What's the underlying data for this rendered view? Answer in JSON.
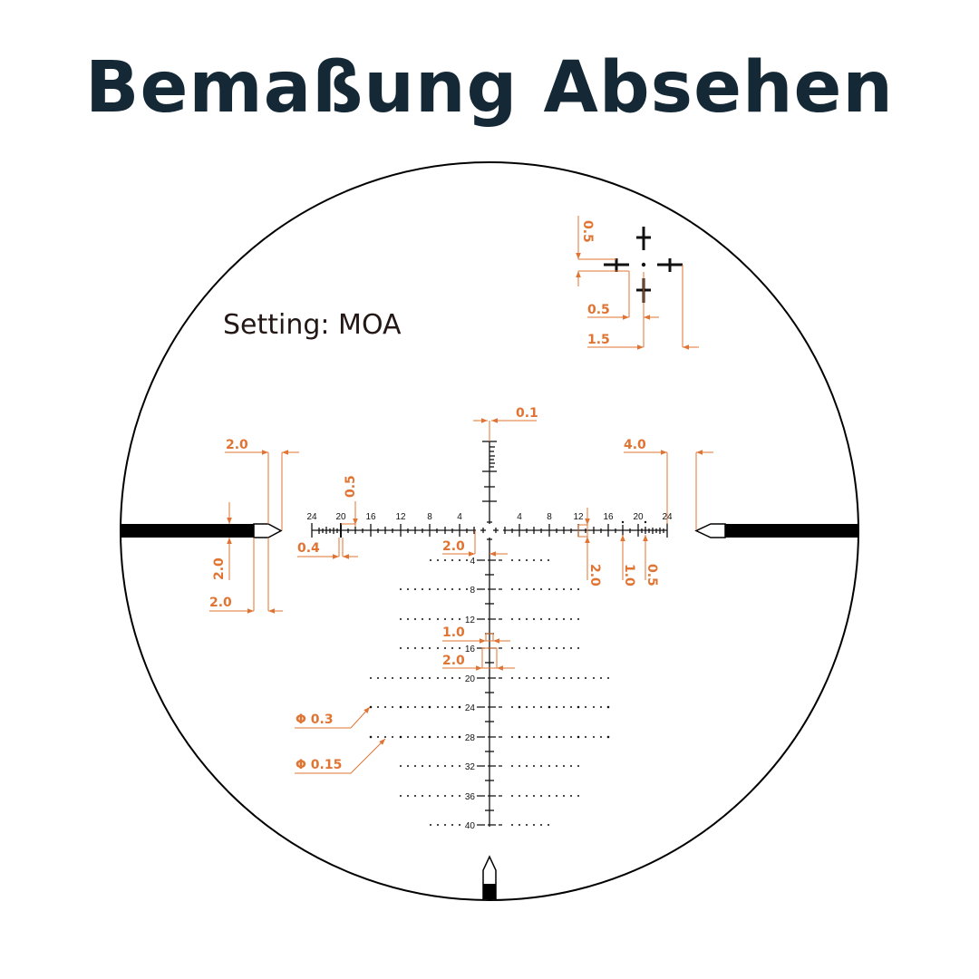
{
  "title": "Bemaßung Absehen",
  "setting_label": "Setting: MOA",
  "colors": {
    "title": "#142836",
    "dimension": "#e07433",
    "reticle": "#111111",
    "circle": "#000000"
  },
  "inset": {
    "dims": {
      "v_gap": "0.5",
      "h_gap": "0.5",
      "h_length": "1.5"
    }
  },
  "horizontal_scale": {
    "left_labels": [
      "24",
      "20",
      "16",
      "12",
      "8",
      "4"
    ],
    "right_labels": [
      "4",
      "8",
      "12",
      "16",
      "20",
      "24"
    ]
  },
  "vertical_scale": {
    "labels": [
      "4",
      "8",
      "12",
      "16",
      "20",
      "24",
      "28",
      "32",
      "36",
      "40"
    ]
  },
  "dimensions": {
    "line_width": "0.1",
    "post_left_tip_len": "2.0",
    "post_left_thickness": "2.0",
    "post_left_base": "2.0",
    "post_right_gap": "4.0",
    "tick_offset": "0.5",
    "tick_width": "0.4",
    "center_gap": "2.0",
    "box_height_right": "2.0",
    "tick_1": "1.0",
    "tick_05": "0.5",
    "v_box_small": "1.0",
    "v_box_large": "2.0",
    "dot_large": "Φ 0.3",
    "dot_small": "Φ 0.15"
  }
}
